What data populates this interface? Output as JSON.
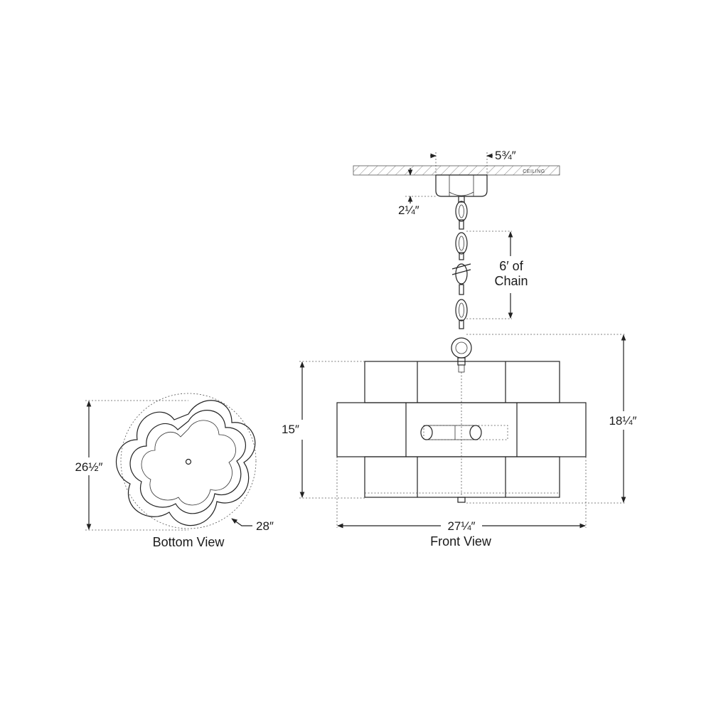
{
  "diagram": {
    "labels": {
      "bottom_view": "Bottom View",
      "front_view": "Front View",
      "ceiling": "CEILING"
    },
    "dimensions": {
      "canopy_width": "5¾″",
      "canopy_height": "2¼″",
      "chain_line1": "6′ of",
      "chain_line2": "Chain",
      "overall_height": "18¼″",
      "shade_height": "15″",
      "front_width": "27¼″",
      "bottom_depth": "26½″",
      "bottom_diameter": "28″"
    }
  }
}
